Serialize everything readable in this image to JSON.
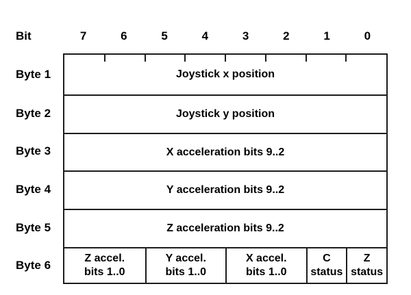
{
  "header": {
    "axis_label": "Bit",
    "bits": [
      "7",
      "6",
      "5",
      "4",
      "3",
      "2",
      "1",
      "0"
    ]
  },
  "table": {
    "rows": [
      {
        "label": "Byte 1",
        "content": "Joystick x position"
      },
      {
        "label": "Byte 2",
        "content": "Joystick y position"
      },
      {
        "label": "Byte 3",
        "content": "X acceleration bits 9..2"
      },
      {
        "label": "Byte 4",
        "content": "Y acceleration bits 9..2"
      },
      {
        "label": "Byte 5",
        "content": "Z acceleration bits 9..2"
      },
      {
        "label": "Byte 6"
      }
    ],
    "byte6_cells": [
      {
        "line1": "Z accel.",
        "line2": "bits 1..0"
      },
      {
        "line1": "Y accel.",
        "line2": "bits 1..0"
      },
      {
        "line1": "X accel.",
        "line2": "bits 1..0"
      },
      {
        "line1": "C",
        "line2": "status"
      },
      {
        "line1": "Z",
        "line2": "status"
      }
    ]
  },
  "colors": {
    "background": "#ffffff",
    "text": "#000000",
    "border": "#1c1c1c"
  }
}
